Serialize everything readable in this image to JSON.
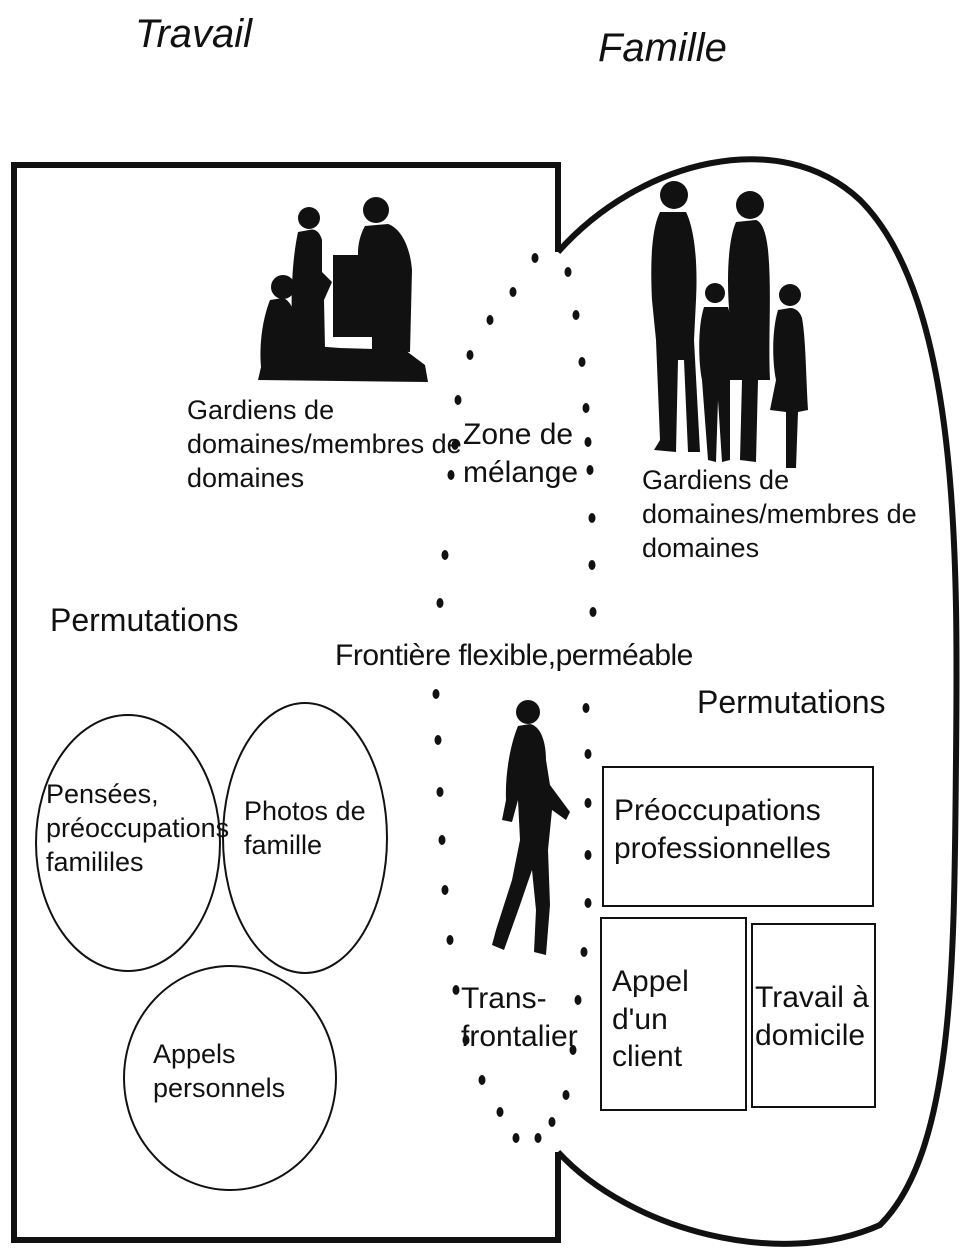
{
  "titles": {
    "work": "Travail",
    "family": "Famille"
  },
  "work": {
    "keepers": [
      "Gardiens de",
      "domaines/membres de",
      "domaines"
    ],
    "permutations": "Permutations",
    "items": [
      [
        "Pensées,",
        "préoccupations",
        "famililes"
      ],
      [
        "Photos de",
        "famille"
      ],
      [
        "Appels",
        "personnels"
      ]
    ]
  },
  "mix": {
    "zone": [
      "Zone de",
      "mélange"
    ],
    "boundary": "Frontière flexible,perméable",
    "crosser": [
      "Trans-",
      "frontalier"
    ]
  },
  "family": {
    "keepers": [
      "Gardiens de",
      "domaines/membres de",
      "domaines"
    ],
    "permutations": "Permutations",
    "items": [
      [
        "Préoccupations",
        "professionnelles"
      ],
      [
        "Appel",
        "d'un",
        "client"
      ],
      [
        "Travail à",
        "domicile"
      ]
    ]
  },
  "icons": [
    "office-workers-silhouette-icon",
    "family-silhouette-icon",
    "walking-person-icon"
  ]
}
